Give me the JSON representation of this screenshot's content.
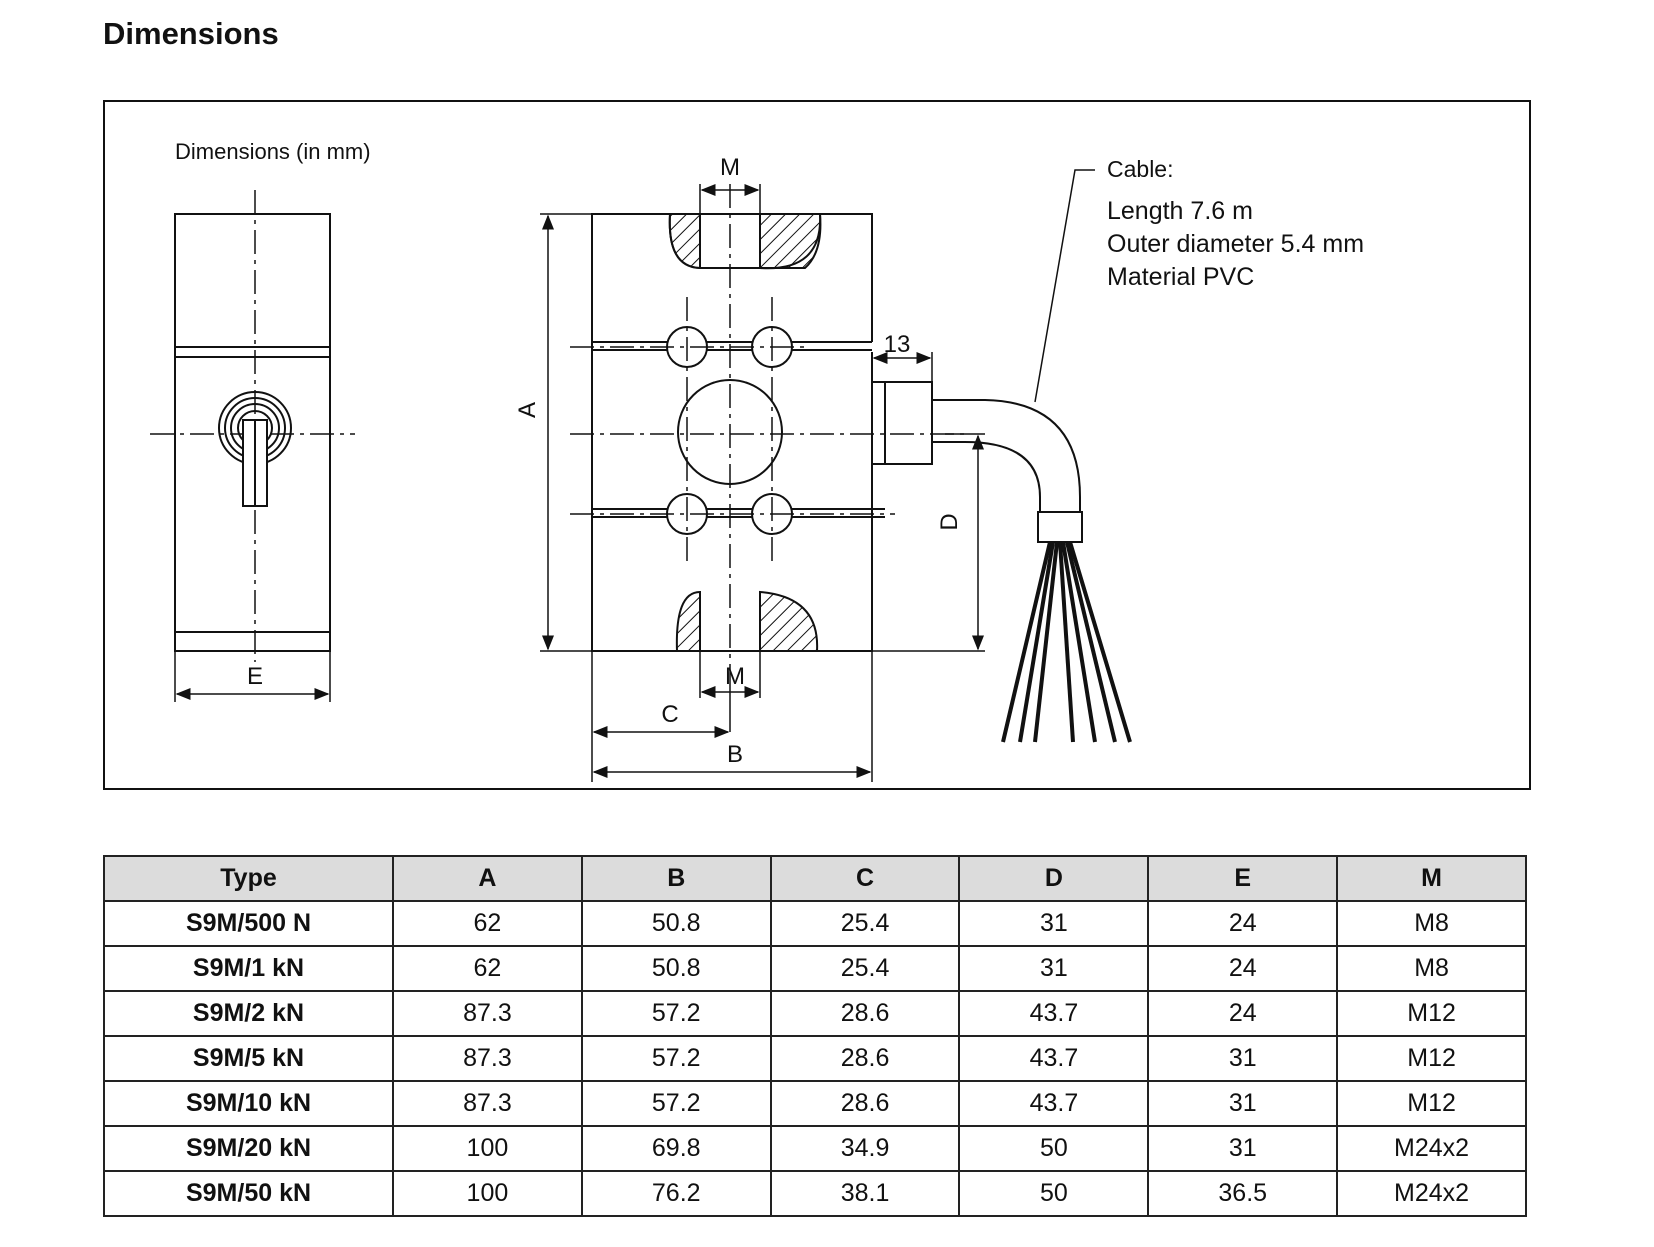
{
  "title": "Dimensions",
  "drawing": {
    "units_label": "Dimensions (in mm)",
    "labels": {
      "A": "A",
      "B": "B",
      "C": "C",
      "D": "D",
      "E": "E",
      "M_top": "M",
      "M_bottom": "M",
      "connector_dim": "13"
    },
    "cable": {
      "heading": "Cable:",
      "length": "Length 7.6 m",
      "diameter": "Outer diameter 5.4 mm",
      "material": "Material PVC"
    }
  },
  "table": {
    "headers": [
      "Type",
      "A",
      "B",
      "C",
      "D",
      "E",
      "M"
    ],
    "rows": [
      [
        "S9M/500 N",
        "62",
        "50.8",
        "25.4",
        "31",
        "24",
        "M8"
      ],
      [
        "S9M/1 kN",
        "62",
        "50.8",
        "25.4",
        "31",
        "24",
        "M8"
      ],
      [
        "S9M/2 kN",
        "87.3",
        "57.2",
        "28.6",
        "43.7",
        "24",
        "M12"
      ],
      [
        "S9M/5 kN",
        "87.3",
        "57.2",
        "28.6",
        "43.7",
        "31",
        "M12"
      ],
      [
        "S9M/10 kN",
        "87.3",
        "57.2",
        "28.6",
        "43.7",
        "31",
        "M12"
      ],
      [
        "S9M/20 kN",
        "100",
        "69.8",
        "34.9",
        "50",
        "31",
        "M24x2"
      ],
      [
        "S9M/50 kN",
        "100",
        "76.2",
        "38.1",
        "50",
        "36.5",
        "M24x2"
      ]
    ]
  }
}
